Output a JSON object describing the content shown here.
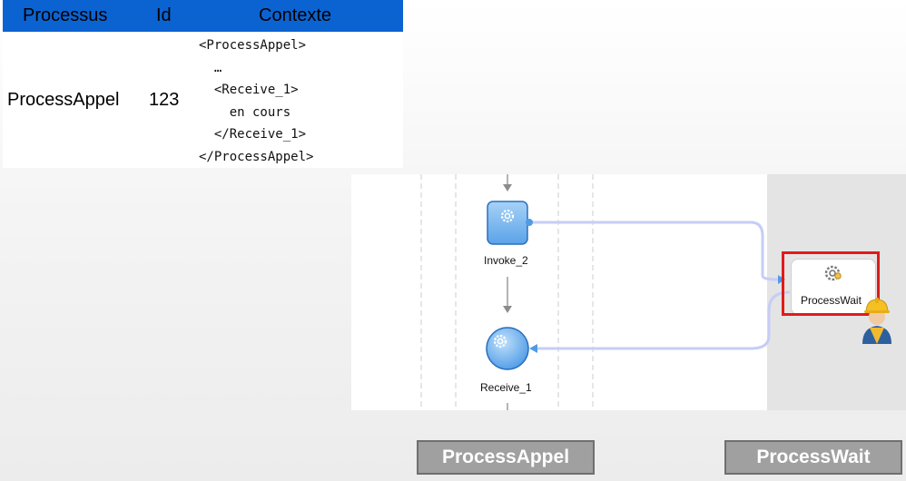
{
  "table": {
    "headers": [
      "Processus",
      "Id",
      "Contexte"
    ],
    "row": {
      "process": "ProcessAppel",
      "id": "123",
      "context_lines": [
        "<ProcessAppel>",
        "  …",
        "  <Receive_1>",
        "    en cours",
        "  </Receive_1>",
        "</ProcessAppel>"
      ]
    },
    "header_color": "#0b63d1"
  },
  "diagram": {
    "nodes": {
      "invoke": {
        "label": "Invoke_2",
        "icon": "gear-icon"
      },
      "receive": {
        "label": "Receive_1",
        "icon": "gear-icon"
      },
      "process_wait": {
        "label": "ProcessWait",
        "icon": "gear-icon"
      }
    },
    "highlight_color": "#e01b1b",
    "connector_color": "#c4ccf4"
  },
  "lanes": {
    "left_button": "ProcessAppel",
    "right_button": "ProcessWait"
  }
}
